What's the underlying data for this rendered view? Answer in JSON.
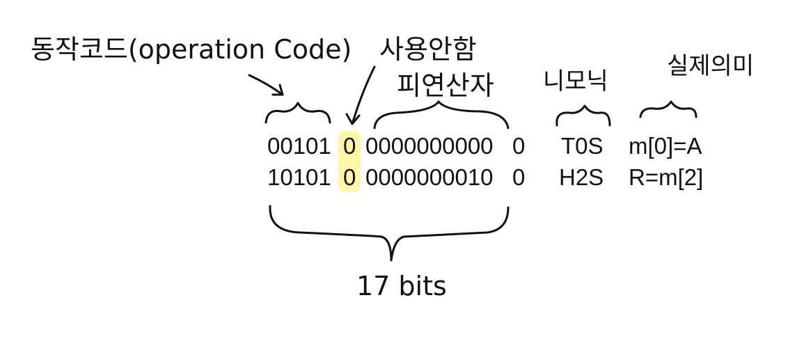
{
  "labels": {
    "opcode": "동작코드(operation Code)",
    "unused": "사용안함",
    "operand": "피연산자",
    "mnemonic": "니모닉",
    "meaning": "실제의미",
    "bits": "17 bits"
  },
  "rows": [
    {
      "opcode": "00101",
      "unused": "0",
      "operand": "0000000000",
      "last": "0",
      "mnemonic": "T0S",
      "meaning": "m[0]=A"
    },
    {
      "opcode": "10101",
      "unused": "0",
      "operand": "0000000010",
      "last": "0",
      "mnemonic": "H2S",
      "meaning": "R=m[2]"
    }
  ],
  "colors": {
    "highlight": "#fff7a6",
    "ink": "#111111"
  }
}
